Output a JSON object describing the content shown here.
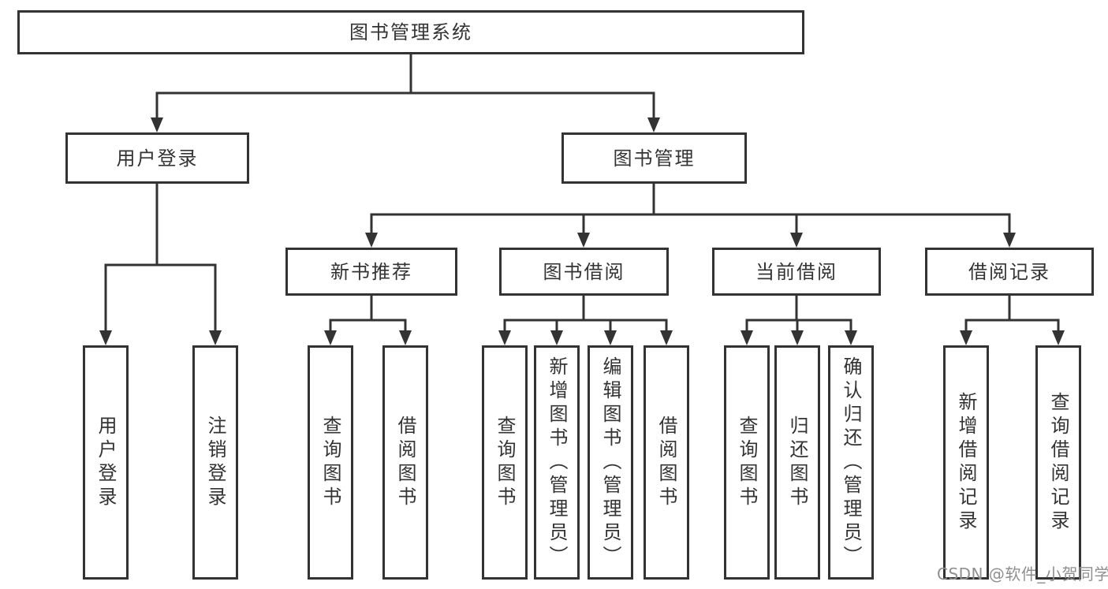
{
  "colors": {
    "line": "#333333",
    "box_fill": "#ffffff",
    "label": "#333333",
    "watermark": "#8f8f8f",
    "background": "#ffffff"
  },
  "watermark": {
    "text": "CSDN @软件_小贺同学"
  },
  "tree": {
    "root": {
      "label": "图书管理系统",
      "children": [
        {
          "label": "用户登录",
          "children": [
            {
              "label": "用户登录"
            },
            {
              "label": "注销登录"
            }
          ]
        },
        {
          "label": "图书管理",
          "children": [
            {
              "label": "新书推荐",
              "children": [
                {
                  "label": "查询图书"
                },
                {
                  "label": "借阅图书"
                }
              ]
            },
            {
              "label": "图书借阅",
              "children": [
                {
                  "label": "查询图书"
                },
                {
                  "label": "新增图书（管理员）"
                },
                {
                  "label": "编辑图书（管理员）"
                },
                {
                  "label": "借阅图书"
                }
              ]
            },
            {
              "label": "当前借阅",
              "children": [
                {
                  "label": "查询图书"
                },
                {
                  "label": "归还图书"
                },
                {
                  "label": "确认归还（管理员）"
                }
              ]
            },
            {
              "label": "借阅记录",
              "children": [
                {
                  "label": "新增借阅记录"
                },
                {
                  "label": "查询借阅记录"
                }
              ]
            }
          ]
        }
      ]
    }
  }
}
